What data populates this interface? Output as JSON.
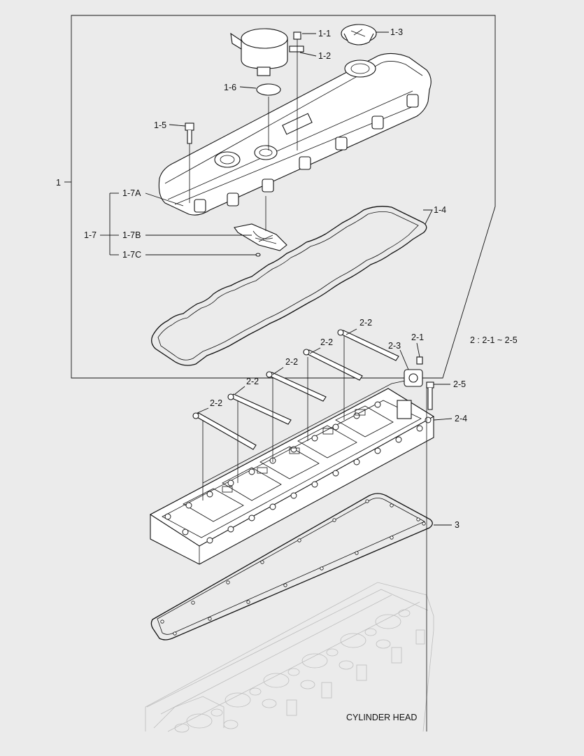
{
  "labels": {
    "group1": "1",
    "p1_1": "1-1",
    "p1_2": "1-2",
    "p1_3": "1-3",
    "p1_4": "1-4",
    "p1_5": "1-5",
    "p1_6": "1-6",
    "p1_7": "1-7",
    "p1_7a": "1-7A",
    "p1_7b": "1-7B",
    "p1_7c": "1-7C",
    "group2_range": "2 : 2-1 ~ 2-5",
    "p2_1": "2-1",
    "p2_2": "2-2",
    "p2_3": "2-3",
    "p2_4": "2-4",
    "p2_5": "2-5",
    "p3": "3",
    "cylinder_head": "CYLINDER HEAD"
  }
}
